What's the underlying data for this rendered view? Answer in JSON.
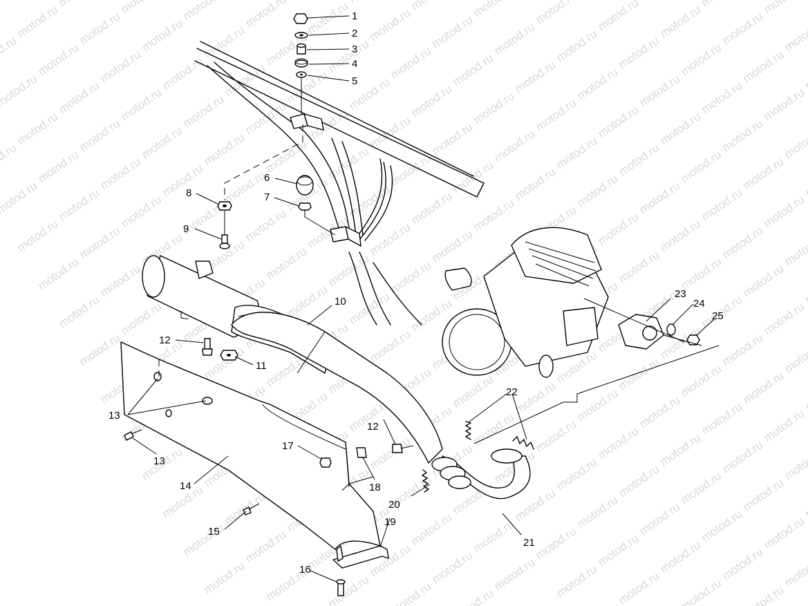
{
  "watermark": {
    "text": "motod.ru"
  },
  "callouts": [
    "1",
    "2",
    "3",
    "4",
    "5",
    "6",
    "7",
    "8",
    "9",
    "10",
    "11",
    "12",
    "12",
    "13",
    "13",
    "14",
    "15",
    "16",
    "17",
    "18",
    "19",
    "20",
    "21",
    "22",
    "23",
    "24",
    "25"
  ]
}
